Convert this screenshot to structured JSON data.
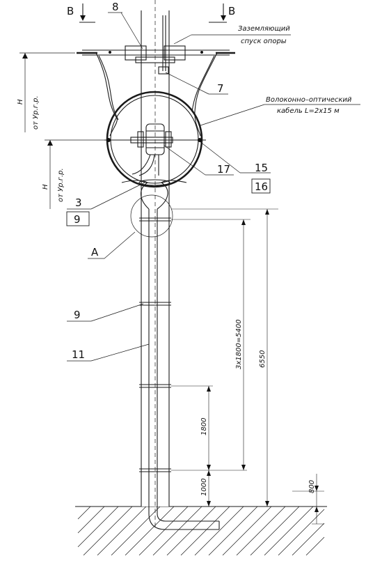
{
  "labels": {
    "section_left": "В",
    "section_right": "В",
    "n8": "8",
    "n7": "7",
    "n17": "17",
    "n15": "15",
    "n16": "16",
    "n3": "3",
    "n9a": "9",
    "nA": "A",
    "n9b": "9",
    "n11": "11"
  },
  "notes": {
    "grounding_line1": "Заземляющий",
    "grounding_line2": "спуск опоры",
    "fiber_line1": "Волоконно–оптический",
    "fiber_line2": "кабель L=2x15 м"
  },
  "heights": {
    "h_upper": "H",
    "h_upper_ref": "от Ур.г.р.",
    "h_lower": "H",
    "h_lower_ref": "от Ур.г.р."
  },
  "dimensions": {
    "d_total": "6550",
    "d_sections": "3x1800=5400",
    "d_1800": "1800",
    "d_1000": "1000",
    "d_800": "800"
  }
}
